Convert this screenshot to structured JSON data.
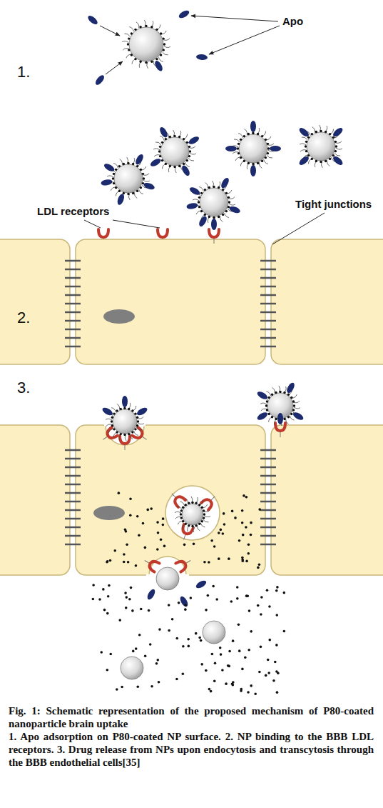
{
  "diagram": {
    "caption": "Fig. 1: Schematic representation of the proposed mechanism of P80-coated nanoparticle brain uptake",
    "labels": [
      "Apo",
      "1.",
      "LDL receptors",
      "Tight junctions",
      "2.",
      "3.",
      "1. Apo adsorption on P80-coated NP surface. 2. NP binding to the BBB LDL receptors. 3. Drug release from NPs upon endocytosis and transcytosis through the BBB endothelial cells[35]"
    ]
  }
}
